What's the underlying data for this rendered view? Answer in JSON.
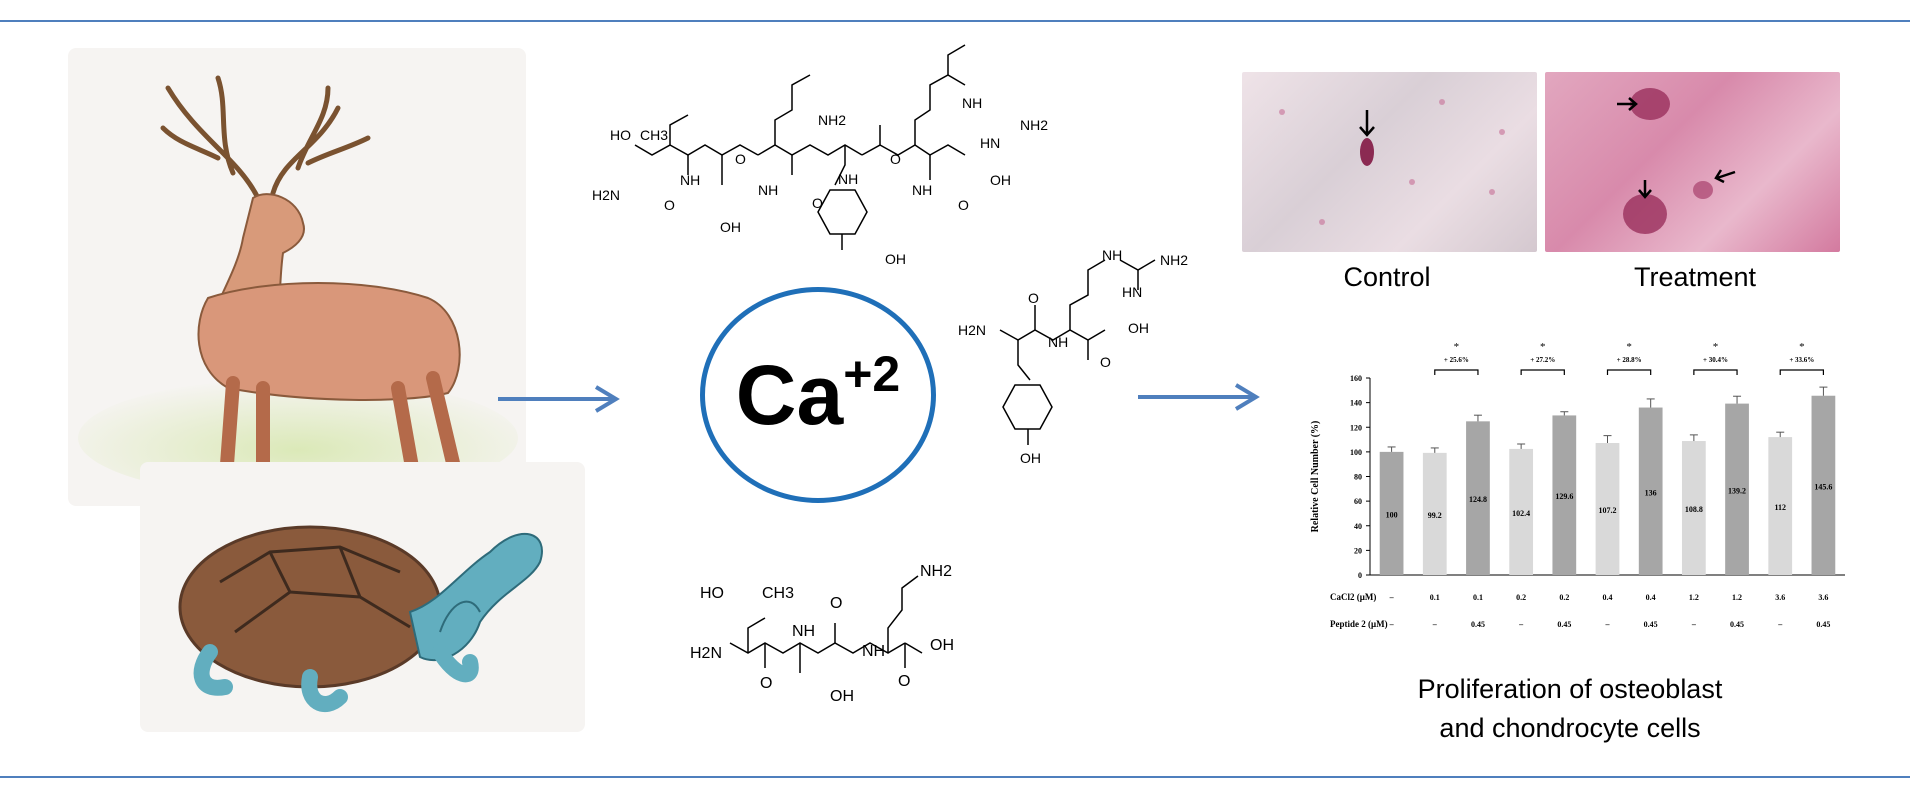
{
  "calcium": {
    "base": "Ca",
    "charge": "+2"
  },
  "peptide1": {
    "labels": [
      "HO",
      "CH3",
      "H2N",
      "O",
      "NH",
      "O",
      "OH",
      "NH2",
      "NH",
      "O",
      "OH",
      "NH",
      "O",
      "NH",
      "NH2",
      "HN",
      "NH",
      "OH",
      "O",
      "OH"
    ]
  },
  "peptide2": {
    "labels": [
      "NH",
      "NH2",
      "HN",
      "H2N",
      "O",
      "NH",
      "OH",
      "O",
      "OH"
    ]
  },
  "peptide3": {
    "labels": [
      "NH2",
      "HO",
      "CH3",
      "NH",
      "O",
      "H2N",
      "O",
      "NH",
      "OH",
      "O",
      "OH"
    ]
  },
  "micrographs": {
    "control_label": "Control",
    "treatment_label": "Treatment"
  },
  "result_caption": {
    "line1": "Proliferation of osteoblast",
    "line2": "and chondrocyte cells"
  },
  "chart_data": {
    "type": "bar",
    "ylabel": "Relative Cell Number (%)",
    "ylim": [
      0,
      160
    ],
    "yticks": [
      "0",
      "20",
      "40",
      "60",
      "80",
      "100",
      "120",
      "140",
      "160"
    ],
    "row_labels": {
      "cacl2": "CaCl2 (μM)",
      "peptide": "Peptide 2 (μM)"
    },
    "cacl2_values": [
      "–",
      "0.1",
      "0.1",
      "0.2",
      "0.2",
      "0.4",
      "0.4",
      "1.2",
      "1.2",
      "3.6",
      "3.6"
    ],
    "peptide_values": [
      "–",
      "–",
      "0.45",
      "–",
      "0.45",
      "–",
      "0.45",
      "–",
      "0.45",
      "–",
      "0.45"
    ],
    "values": [
      100,
      99.2,
      124.8,
      102.4,
      129.6,
      107.2,
      136,
      108.8,
      139.2,
      112,
      145.6
    ],
    "value_labels": [
      "100",
      "99.2",
      "124.8",
      "102.4",
      "129.6",
      "107.2",
      "136",
      "108.8",
      "139.2",
      "112",
      "145.6"
    ],
    "errors": [
      4,
      4,
      5,
      4,
      3,
      6,
      7,
      5,
      6,
      4,
      7
    ],
    "bar_colors": [
      "#a6a6a6",
      "#d9d9d9",
      "#a6a6a6",
      "#d9d9d9",
      "#a6a6a6",
      "#d9d9d9",
      "#a6a6a6",
      "#d9d9d9",
      "#a6a6a6",
      "#d9d9d9",
      "#a6a6a6"
    ],
    "significance": [
      {
        "pair": [
          1,
          2
        ],
        "star": "*",
        "label": "+ 25.6%"
      },
      {
        "pair": [
          3,
          4
        ],
        "star": "*",
        "label": "+ 27.2%"
      },
      {
        "pair": [
          5,
          6
        ],
        "star": "*",
        "label": "+ 28.8%"
      },
      {
        "pair": [
          7,
          8
        ],
        "star": "*",
        "label": "+ 30.4%"
      },
      {
        "pair": [
          9,
          10
        ],
        "star": "*",
        "label": "+ 33.6%"
      }
    ]
  },
  "colors": {
    "arrow": "#4f7fbd",
    "circle": "#1f6fb8",
    "rule": "#4f7fbd"
  }
}
